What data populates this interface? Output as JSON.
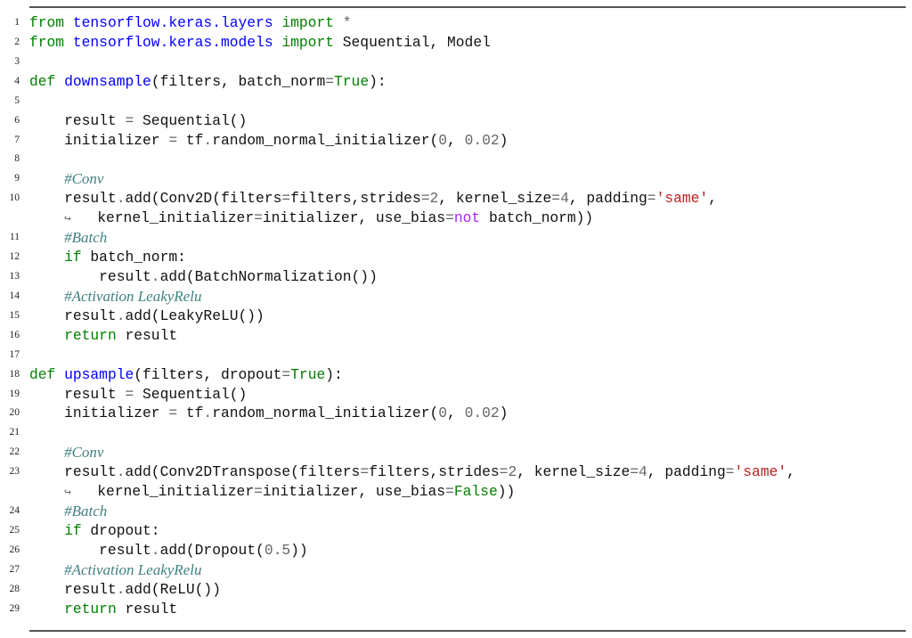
{
  "lines": [
    {
      "num": "1",
      "tokens": [
        [
          "k",
          "from"
        ],
        [
          "t",
          " "
        ],
        [
          "n",
          "tensorflow.keras.layers"
        ],
        [
          "t",
          " "
        ],
        [
          "k",
          "import"
        ],
        [
          "t",
          " "
        ],
        [
          "o",
          "*"
        ]
      ]
    },
    {
      "num": "2",
      "tokens": [
        [
          "k",
          "from"
        ],
        [
          "t",
          " "
        ],
        [
          "n",
          "tensorflow.keras.models"
        ],
        [
          "t",
          " "
        ],
        [
          "k",
          "import"
        ],
        [
          "t",
          " Sequential, Model"
        ]
      ]
    },
    {
      "num": "3",
      "tokens": []
    },
    {
      "num": "4",
      "tokens": [
        [
          "k",
          "def"
        ],
        [
          "t",
          " "
        ],
        [
          "n",
          "downsample"
        ],
        [
          "t",
          "(filters, batch_norm"
        ],
        [
          "o",
          "="
        ],
        [
          "k",
          "True"
        ],
        [
          "t",
          "):"
        ]
      ]
    },
    {
      "num": "5",
      "tokens": []
    },
    {
      "num": "6",
      "tokens": [
        [
          "t",
          "    result "
        ],
        [
          "o",
          "="
        ],
        [
          "t",
          " Sequential()"
        ]
      ]
    },
    {
      "num": "7",
      "tokens": [
        [
          "t",
          "    initializer "
        ],
        [
          "o",
          "="
        ],
        [
          "t",
          " tf"
        ],
        [
          "o",
          "."
        ],
        [
          "t",
          "random_normal_initializer("
        ],
        [
          "m",
          "0"
        ],
        [
          "t",
          ", "
        ],
        [
          "m",
          "0.02"
        ],
        [
          "t",
          ")"
        ]
      ]
    },
    {
      "num": "8",
      "tokens": []
    },
    {
      "num": "9",
      "tokens": [
        [
          "t",
          "    "
        ],
        [
          "c",
          "#Conv"
        ]
      ]
    },
    {
      "num": "10",
      "tokens": [
        [
          "t",
          "    result"
        ],
        [
          "o",
          "."
        ],
        [
          "t",
          "add(Conv2D(filters"
        ],
        [
          "o",
          "="
        ],
        [
          "t",
          "filters,strides"
        ],
        [
          "o",
          "="
        ],
        [
          "m",
          "2"
        ],
        [
          "t",
          ", kernel_size"
        ],
        [
          "o",
          "="
        ],
        [
          "m",
          "4"
        ],
        [
          "t",
          ", padding"
        ],
        [
          "o",
          "="
        ],
        [
          "s",
          "'same'"
        ],
        [
          "t",
          ","
        ]
      ]
    },
    {
      "num": "",
      "tokens": [
        [
          "t",
          "    "
        ],
        [
          "a",
          "↪"
        ],
        [
          "t",
          "   kernel_initializer"
        ],
        [
          "o",
          "="
        ],
        [
          "t",
          "initializer, use_bias"
        ],
        [
          "o",
          "="
        ],
        [
          "w",
          "not"
        ],
        [
          "t",
          " batch_norm))"
        ]
      ]
    },
    {
      "num": "11",
      "tokens": [
        [
          "t",
          "    "
        ],
        [
          "c",
          "#Batch"
        ]
      ]
    },
    {
      "num": "12",
      "tokens": [
        [
          "t",
          "    "
        ],
        [
          "k",
          "if"
        ],
        [
          "t",
          " batch_norm:"
        ]
      ]
    },
    {
      "num": "13",
      "tokens": [
        [
          "t",
          "        result"
        ],
        [
          "o",
          "."
        ],
        [
          "t",
          "add(BatchNormalization())"
        ]
      ]
    },
    {
      "num": "14",
      "tokens": [
        [
          "t",
          "    "
        ],
        [
          "c",
          "#Activation LeakyRelu"
        ]
      ]
    },
    {
      "num": "15",
      "tokens": [
        [
          "t",
          "    result"
        ],
        [
          "o",
          "."
        ],
        [
          "t",
          "add(LeakyReLU())"
        ]
      ]
    },
    {
      "num": "16",
      "tokens": [
        [
          "t",
          "    "
        ],
        [
          "k",
          "return"
        ],
        [
          "t",
          " result"
        ]
      ]
    },
    {
      "num": "17",
      "tokens": []
    },
    {
      "num": "18",
      "tokens": [
        [
          "k",
          "def"
        ],
        [
          "t",
          " "
        ],
        [
          "n",
          "upsample"
        ],
        [
          "t",
          "(filters, dropout"
        ],
        [
          "o",
          "="
        ],
        [
          "k",
          "True"
        ],
        [
          "t",
          "):"
        ]
      ]
    },
    {
      "num": "19",
      "tokens": [
        [
          "t",
          "    result "
        ],
        [
          "o",
          "="
        ],
        [
          "t",
          " Sequential()"
        ]
      ]
    },
    {
      "num": "20",
      "tokens": [
        [
          "t",
          "    initializer "
        ],
        [
          "o",
          "="
        ],
        [
          "t",
          " tf"
        ],
        [
          "o",
          "."
        ],
        [
          "t",
          "random_normal_initializer("
        ],
        [
          "m",
          "0"
        ],
        [
          "t",
          ", "
        ],
        [
          "m",
          "0.02"
        ],
        [
          "t",
          ")"
        ]
      ]
    },
    {
      "num": "21",
      "tokens": []
    },
    {
      "num": "22",
      "tokens": [
        [
          "t",
          "    "
        ],
        [
          "c",
          "#Conv"
        ]
      ]
    },
    {
      "num": "23",
      "tokens": [
        [
          "t",
          "    result"
        ],
        [
          "o",
          "."
        ],
        [
          "t",
          "add(Conv2DTranspose(filters"
        ],
        [
          "o",
          "="
        ],
        [
          "t",
          "filters,strides"
        ],
        [
          "o",
          "="
        ],
        [
          "m",
          "2"
        ],
        [
          "t",
          ", kernel_size"
        ],
        [
          "o",
          "="
        ],
        [
          "m",
          "4"
        ],
        [
          "t",
          ", padding"
        ],
        [
          "o",
          "="
        ],
        [
          "s",
          "'same'"
        ],
        [
          "t",
          ","
        ]
      ]
    },
    {
      "num": "",
      "tokens": [
        [
          "t",
          "    "
        ],
        [
          "a",
          "↪"
        ],
        [
          "t",
          "   kernel_initializer"
        ],
        [
          "o",
          "="
        ],
        [
          "t",
          "initializer, use_bias"
        ],
        [
          "o",
          "="
        ],
        [
          "k",
          "False"
        ],
        [
          "t",
          "))"
        ]
      ]
    },
    {
      "num": "24",
      "tokens": [
        [
          "t",
          "    "
        ],
        [
          "c",
          "#Batch"
        ]
      ]
    },
    {
      "num": "25",
      "tokens": [
        [
          "t",
          "    "
        ],
        [
          "k",
          "if"
        ],
        [
          "t",
          " dropout:"
        ]
      ]
    },
    {
      "num": "26",
      "tokens": [
        [
          "t",
          "        result"
        ],
        [
          "o",
          "."
        ],
        [
          "t",
          "add(Dropout("
        ],
        [
          "m",
          "0.5"
        ],
        [
          "t",
          "))"
        ]
      ]
    },
    {
      "num": "27",
      "tokens": [
        [
          "t",
          "    "
        ],
        [
          "c",
          "#Activation LeakyRelu"
        ]
      ]
    },
    {
      "num": "28",
      "tokens": [
        [
          "t",
          "    result"
        ],
        [
          "o",
          "."
        ],
        [
          "t",
          "add(ReLU())"
        ]
      ]
    },
    {
      "num": "29",
      "tokens": [
        [
          "t",
          "    "
        ],
        [
          "k",
          "return"
        ],
        [
          "t",
          " result"
        ]
      ]
    }
  ]
}
